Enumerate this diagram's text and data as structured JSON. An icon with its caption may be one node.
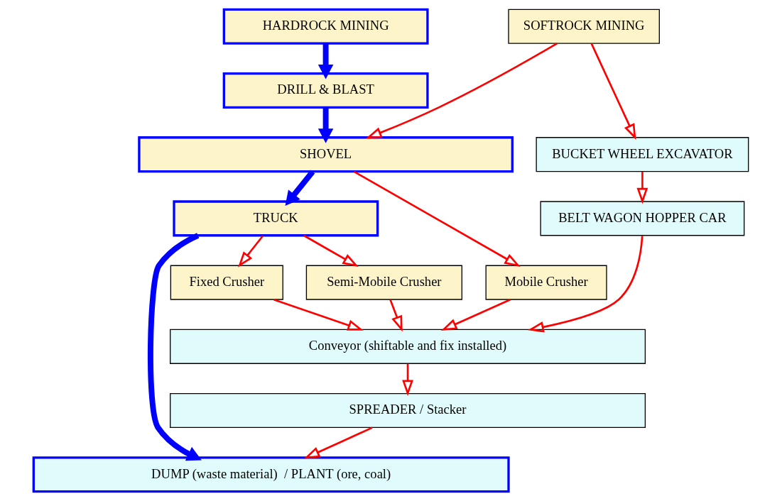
{
  "diagram": {
    "nodes": [
      {
        "text": [
          "HARDROCK MINING"
        ]
      },
      {
        "text": [
          "SOFTROCK MINING"
        ]
      },
      {
        "text": [
          "DRILL & BLAST"
        ]
      },
      {
        "text": [
          "SHOVEL"
        ]
      },
      {
        "text": [
          "BUCKET WHEEL EXCAVATOR"
        ]
      },
      {
        "text": [
          "TRUCK"
        ]
      },
      {
        "text": [
          "BELT WAGON HOPPER CAR"
        ]
      },
      {
        "text": [
          "Fixed Crusher"
        ]
      },
      {
        "text": [
          "Semi-Mobile Crusher"
        ]
      },
      {
        "text": [
          "Mobile Crusher"
        ]
      },
      {
        "text": [
          "Conveyor (shiftable and fix installed)"
        ]
      },
      {
        "text": [
          "SPREADER / Stacker"
        ]
      },
      {
        "text": [
          "DUMP (waste material)  / PLANT (ore, coal)"
        ]
      }
    ],
    "edges": [
      {
        "from": 0,
        "to": 2,
        "arrow": "to",
        "style": "thick",
        "color": "#0000ff"
      },
      {
        "from": 2,
        "to": 3,
        "arrow": "to",
        "style": "thick",
        "color": "#0000ff"
      },
      {
        "from": 1,
        "to": 3,
        "arrow": "to"
      },
      {
        "from": 1,
        "to": 4,
        "arrow": "to"
      },
      {
        "from": 3,
        "to": 5,
        "arrow": "to",
        "style": "thick",
        "color": "#0000ff"
      },
      {
        "from": 4,
        "to": 6,
        "arrow": "to"
      },
      {
        "from": 5,
        "to": 12,
        "arrow": "to",
        "style": "thick",
        "color": "#0000ff"
      },
      {
        "from": 5,
        "to": 7,
        "arrow": "to"
      },
      {
        "from": 5,
        "to": 8,
        "arrow": "to"
      },
      {
        "from": 3,
        "to": 9,
        "arrow": "to"
      },
      {
        "from": 7,
        "to": 10,
        "arrow": "to"
      },
      {
        "from": 8,
        "to": 10,
        "arrow": "to"
      },
      {
        "from": 9,
        "to": 10,
        "arrow": "to"
      },
      {
        "from": 6,
        "to": 10,
        "arrow": "to"
      },
      {
        "from": 10,
        "to": 11,
        "arrow": "to"
      },
      {
        "from": 11,
        "to": 12,
        "arrow": "to"
      }
    ]
  }
}
